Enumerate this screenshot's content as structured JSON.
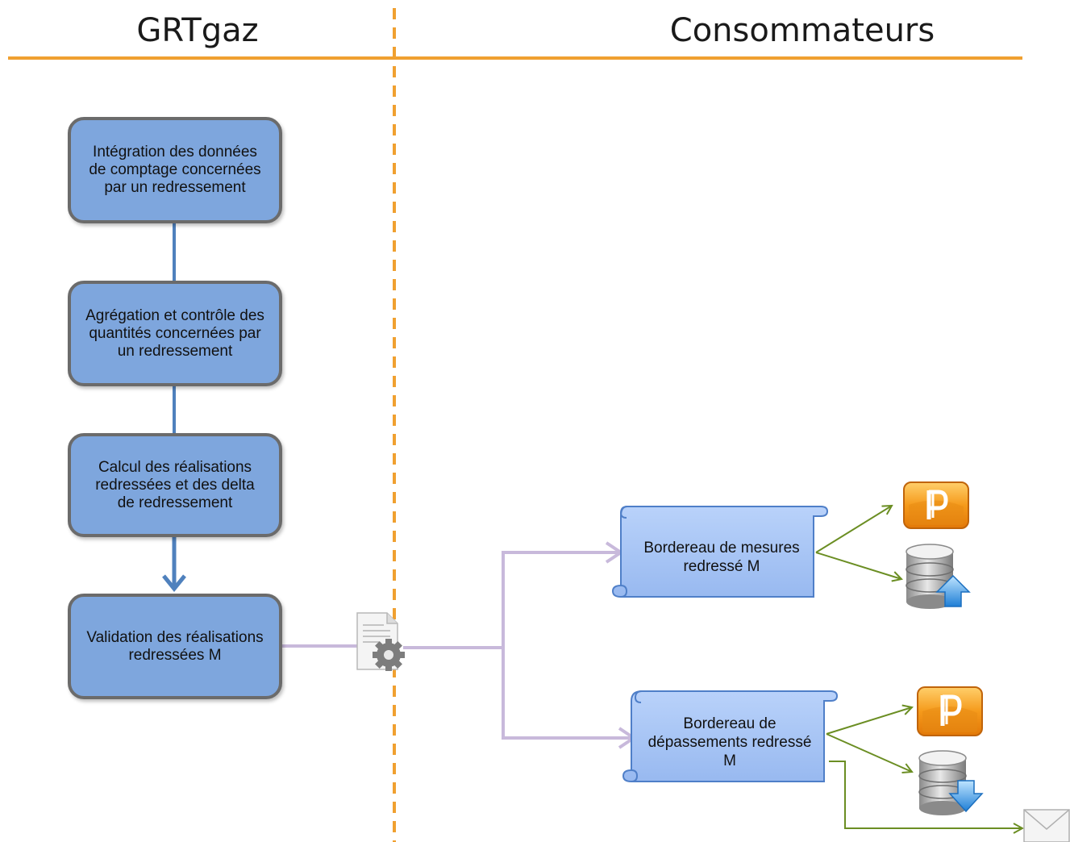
{
  "lanes": {
    "left": "GRTgaz",
    "right": "Consommateurs"
  },
  "steps": [
    {
      "label": "Intégration des données de comptage concernées par un redressement"
    },
    {
      "label": "Agrégation et contrôle des quantités concernées par un redressement"
    },
    {
      "label": "Calcul des réalisations redressées et des delta de redressement"
    },
    {
      "label": "Validation des réalisations redressées M"
    }
  ],
  "outputs": [
    {
      "label": "Bordereau de mesures  redressé M"
    },
    {
      "label": "Bordereau de dépassements redressé M"
    }
  ],
  "icons": {
    "process": "document-gear-icon",
    "publish": "publication-p-icon",
    "db_upload": "database-upload-icon",
    "db_download": "database-download-icon",
    "mail": "envelope-icon"
  },
  "colors": {
    "lane_line": "#f0a030",
    "box_fill": "#7ea6dd",
    "box_border": "#6b6b6b",
    "flow_blue": "#4f81bd",
    "flow_lilac": "#c8b9db",
    "scroll_fill": "#a9c6f5",
    "scroll_border": "#4f7fc8",
    "green_arrow": "#6b8e23"
  }
}
